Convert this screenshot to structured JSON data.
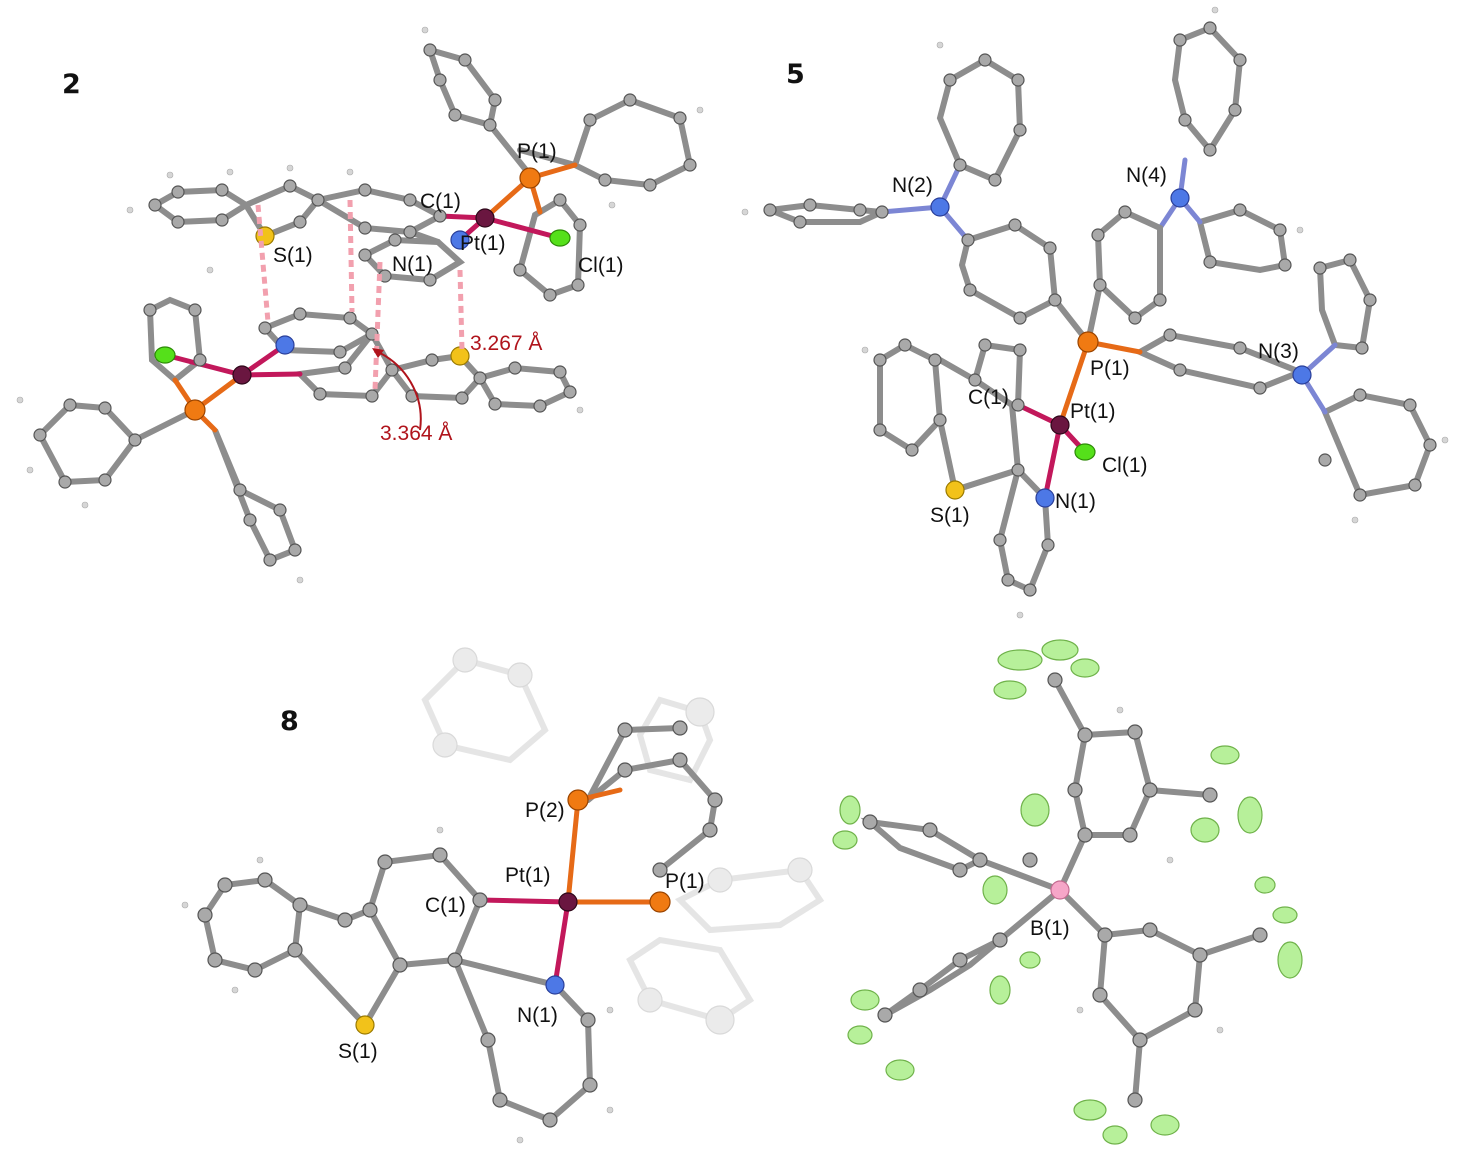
{
  "panels": {
    "p2": {
      "compound_label": "2",
      "atoms": {
        "p1": "P(1)",
        "c1": "C(1)",
        "s1": "S(1)",
        "n1": "N(1)",
        "pt1": "Pt(1)",
        "cl1": "Cl(1)"
      },
      "distances": {
        "d1": "3.267 Å",
        "d2": "3.364 Å"
      }
    },
    "p5": {
      "compound_label": "5",
      "atoms": {
        "n2": "N(2)",
        "n4": "N(4)",
        "n3": "N(3)",
        "p1": "P(1)",
        "c1": "C(1)",
        "pt1": "Pt(1)",
        "cl1": "Cl(1)",
        "s1": "S(1)",
        "n1": "N(1)"
      }
    },
    "p8": {
      "compound_label": "8",
      "atoms": {
        "p2": "P(2)",
        "pt1": "Pt(1)",
        "p1": "P(1)",
        "c1": "C(1)",
        "n1": "N(1)",
        "s1": "S(1)",
        "b1": "B(1)"
      }
    }
  },
  "colors": {
    "carbon": "#a9a9a9",
    "nitrogen": "#4d78e6",
    "sulfur": "#f2c21a",
    "phosphorus": "#f07a12",
    "platinum": "#6a1640",
    "chlorine": "#55e01a",
    "fluorine": "#b7f09a",
    "boron": "#f6a6c8",
    "distance_text": "#b0141c",
    "contact_line": "#f2a0ae"
  }
}
